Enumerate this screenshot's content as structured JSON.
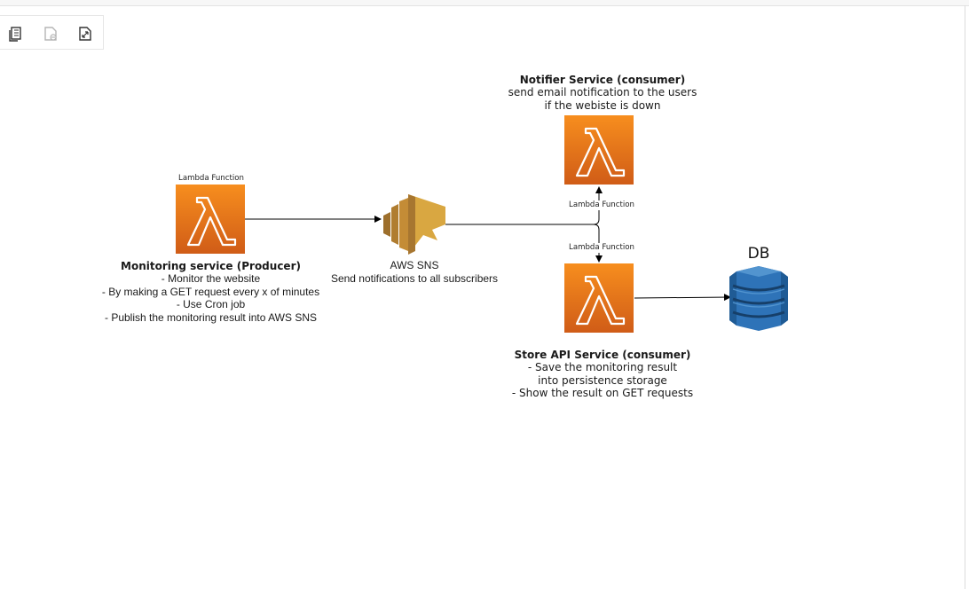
{
  "toolbar": {
    "icons": [
      "copy-page-icon",
      "disabled-page-icon",
      "resize-page-icon"
    ]
  },
  "nodes": {
    "producer": {
      "caption": "Lambda Function",
      "title": "Monitoring service (Producer)",
      "lines": [
        "- Monitor the website",
        "- By making a GET request every x of minutes",
        "- Use Cron job",
        "- Publish the monitoring result into AWS SNS"
      ]
    },
    "sns": {
      "title": "AWS SNS",
      "subtitle": "Send notifications to all subscribers"
    },
    "notifier": {
      "title": "Notifier Service (consumer)",
      "lines": [
        "send email notification to the users",
        "if the webiste is down"
      ],
      "caption": "Lambda Function"
    },
    "store": {
      "caption": "Lambda Function",
      "title": "Store API Service (consumer)",
      "lines": [
        "- Save the monitoring result",
        "into persistence storage",
        "- Show the result on GET requests"
      ]
    },
    "db": {
      "title": "DB"
    }
  },
  "colors": {
    "lambda_top": "#f78e1e",
    "lambda_bottom": "#d05c17",
    "sns": "#d9a741",
    "db": "#2e73b8",
    "edge": "#000000"
  }
}
